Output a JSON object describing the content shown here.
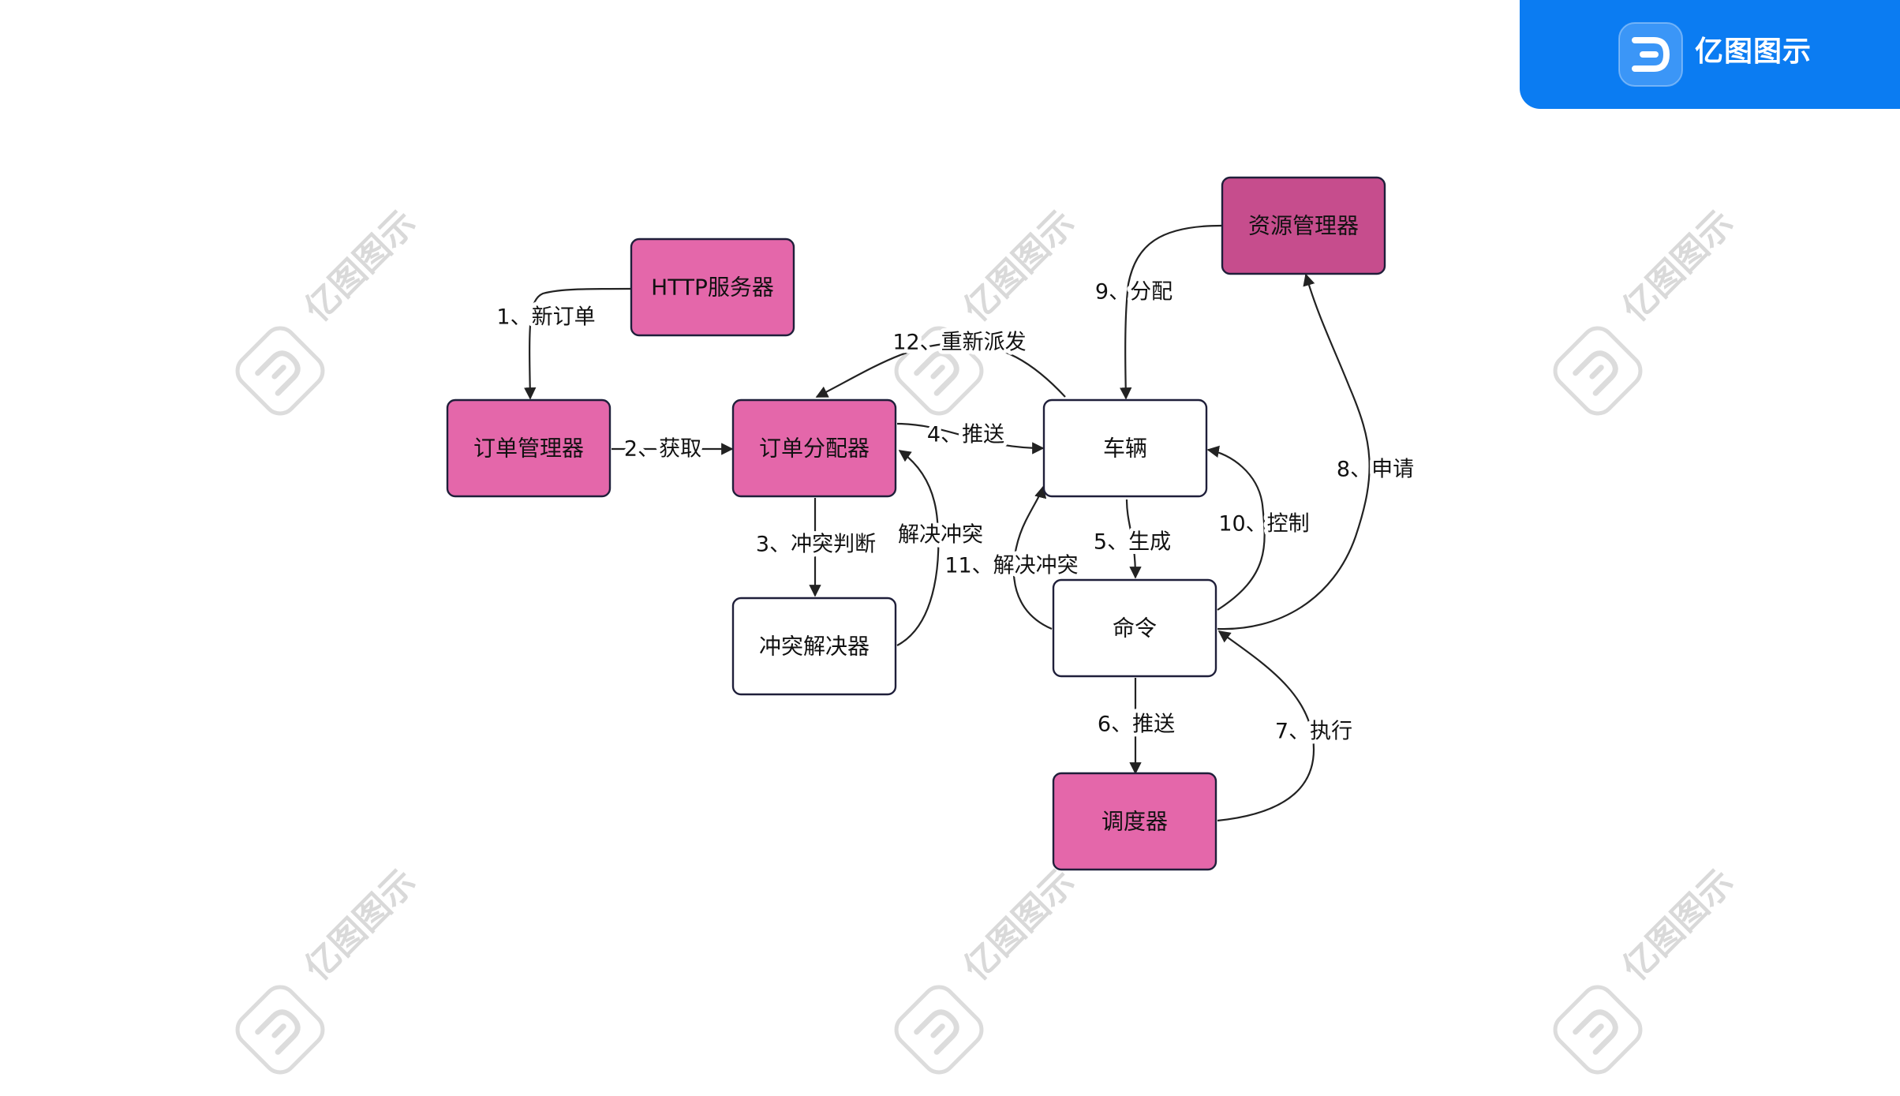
{
  "brand": {
    "name": "亿图图示",
    "icon": "edraw-logo-icon"
  },
  "watermark": {
    "text": "亿图图示",
    "icon": "edraw-logo-icon"
  },
  "colors": {
    "pink_fill": "#e467aa",
    "dark_pink_fill": "#c64d8d",
    "white_fill": "#ffffff",
    "node_border": "#1f1f3a",
    "edge": "#222222",
    "brand_blue": "#0b7cf2"
  },
  "nodes": [
    {
      "id": "http_server",
      "label": "HTTP服务器",
      "style": "pink"
    },
    {
      "id": "order_manager",
      "label": "订单管理器",
      "style": "pink"
    },
    {
      "id": "order_dispatcher",
      "label": "订单分配器",
      "style": "pink"
    },
    {
      "id": "conflict_resolver",
      "label": "冲突解决器",
      "style": "white"
    },
    {
      "id": "vehicle",
      "label": "车辆",
      "style": "white"
    },
    {
      "id": "resource_manager",
      "label": "资源管理器",
      "style": "dark_pink"
    },
    {
      "id": "command",
      "label": "命令",
      "style": "white"
    },
    {
      "id": "scheduler",
      "label": "调度器",
      "style": "pink"
    }
  ],
  "edges": [
    {
      "id": "e1",
      "from": "http_server",
      "to": "order_manager",
      "label": "1、新订单"
    },
    {
      "id": "e2",
      "from": "order_manager",
      "to": "order_dispatcher",
      "label": "2、获取"
    },
    {
      "id": "e3",
      "from": "order_dispatcher",
      "to": "conflict_resolver",
      "label": "3、冲突判断"
    },
    {
      "id": "e_resolve",
      "from": "conflict_resolver",
      "to": "order_dispatcher",
      "label": "解决冲突"
    },
    {
      "id": "e4",
      "from": "order_dispatcher",
      "to": "vehicle",
      "label": "4、推送"
    },
    {
      "id": "e12",
      "from": "vehicle",
      "to": "order_dispatcher",
      "label": "12、重新派发"
    },
    {
      "id": "e9",
      "from": "resource_manager",
      "to": "vehicle",
      "label": "9、分配"
    },
    {
      "id": "e5",
      "from": "vehicle",
      "to": "command",
      "label": "5、生成"
    },
    {
      "id": "e11",
      "from": "command",
      "to": "vehicle",
      "label": "11、解决冲突"
    },
    {
      "id": "e10",
      "from": "command",
      "to": "vehicle",
      "label": "10、控制"
    },
    {
      "id": "e8",
      "from": "command",
      "to": "resource_manager",
      "label": "8、申请"
    },
    {
      "id": "e6",
      "from": "command",
      "to": "scheduler",
      "label": "6、推送"
    },
    {
      "id": "e7",
      "from": "scheduler",
      "to": "command",
      "label": "7、执行"
    }
  ]
}
